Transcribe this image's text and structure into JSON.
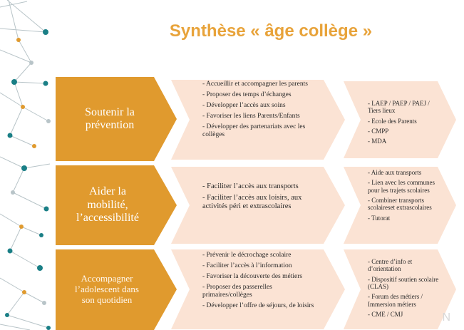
{
  "title": "Synthèse « âge collège »",
  "rows": [
    {
      "label": "Soutenir la prévention",
      "actions": [
        "- Accueillir et accompagner les parents",
        "- Proposer des temps d’échanges",
        "- Développer l’accès aux soins",
        "- Favoriser les liens Parents/Enfants",
        "- Développer des partenariats avec les collèges"
      ],
      "resources": [
        "- LAEP / PAEP / PAEJ / Tiers lieux",
        "- Ecole des Parents",
        "- CMPP",
        "- MDA"
      ]
    },
    {
      "label": "Aider la mobilité, l’accessibilité",
      "actions": [
        "- Faciliter l’accès aux transports",
        "- Faciliter l’accès aux loisirs, aux activités péri et extrascolaires"
      ],
      "resources": [
        "- Aide aux transports",
        "- Lien avec les communes pour les trajets scolaires",
        "- Combiner transports scolaireset extrascolaires",
        "- Tutorat"
      ]
    },
    {
      "label": "Accompagner l’adolescent dans son quotidien",
      "actions": [
        "- Prévenir le décrochage scolaire",
        "- Faciliter l’accès à l’information",
        "- Favoriser la découverte des métiers",
        "- Proposer des passerelles primaires/collèges",
        "- Développer l’offre de séjours, de loisirs"
      ],
      "resources": [
        "- Centre d’info et d’orientation",
        "- Dispositif soutien scolaire (CLAS)",
        "- Forum des métiers / Immersion métiers",
        "- CME / CMJ"
      ]
    }
  ],
  "colors": {
    "title": "#e8a33a",
    "pentagon": "#e09a2e",
    "chevron": "#fbe3d4",
    "network_teal": "#1a7f86",
    "network_line": "#b8c4c8"
  },
  "watermark": "N"
}
